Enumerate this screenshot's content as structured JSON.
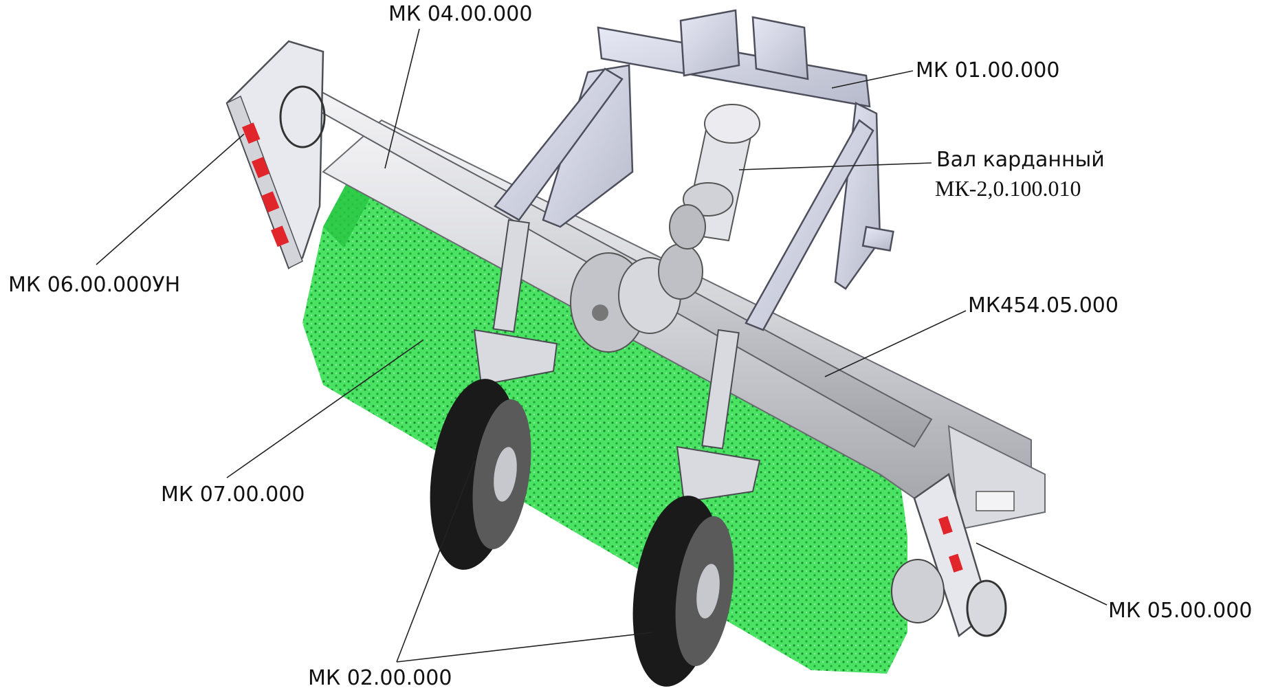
{
  "labels": {
    "mk04": "МК 04.00.000",
    "mk01": "МК 01.00.000",
    "cardan_title": "Вал карданный",
    "cardan_code": "МК-2,0.100.010",
    "mk06": "МК 06.00.000УН",
    "mk454": "МК454.05.000",
    "mk07": "МК 07.00.000",
    "mk05": "МК 05.00.000",
    "mk02": "МК 02.00.000"
  },
  "colors": {
    "brush_green": "#2edb45",
    "frame_gray": "#d6d8e6",
    "steel": "#c9cad0",
    "tire": "#1a1a1a",
    "reflector_red": "#e0262a",
    "leader_line": "#222222"
  }
}
